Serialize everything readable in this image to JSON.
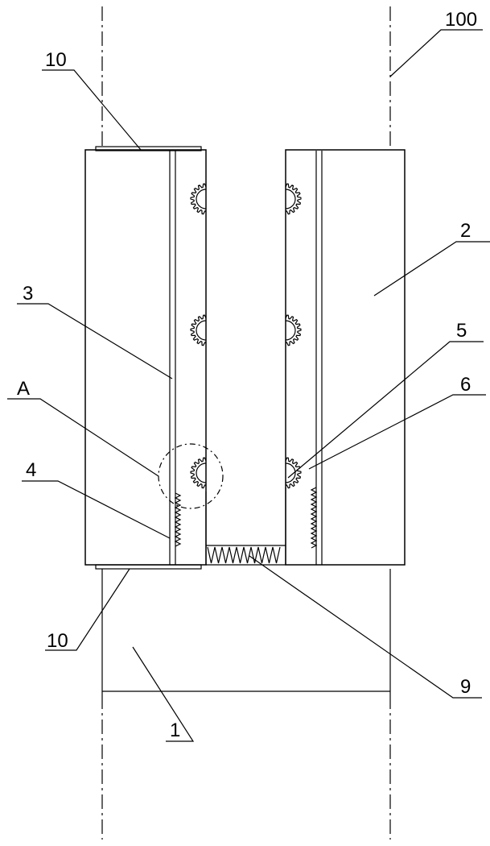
{
  "labels": {
    "l10_top": "10",
    "l100": "100",
    "l2": "2",
    "l3": "3",
    "l5": "5",
    "lA": "A",
    "l6": "6",
    "l4": "4",
    "l10_bottom": "10",
    "l9": "9",
    "l1": "1"
  }
}
